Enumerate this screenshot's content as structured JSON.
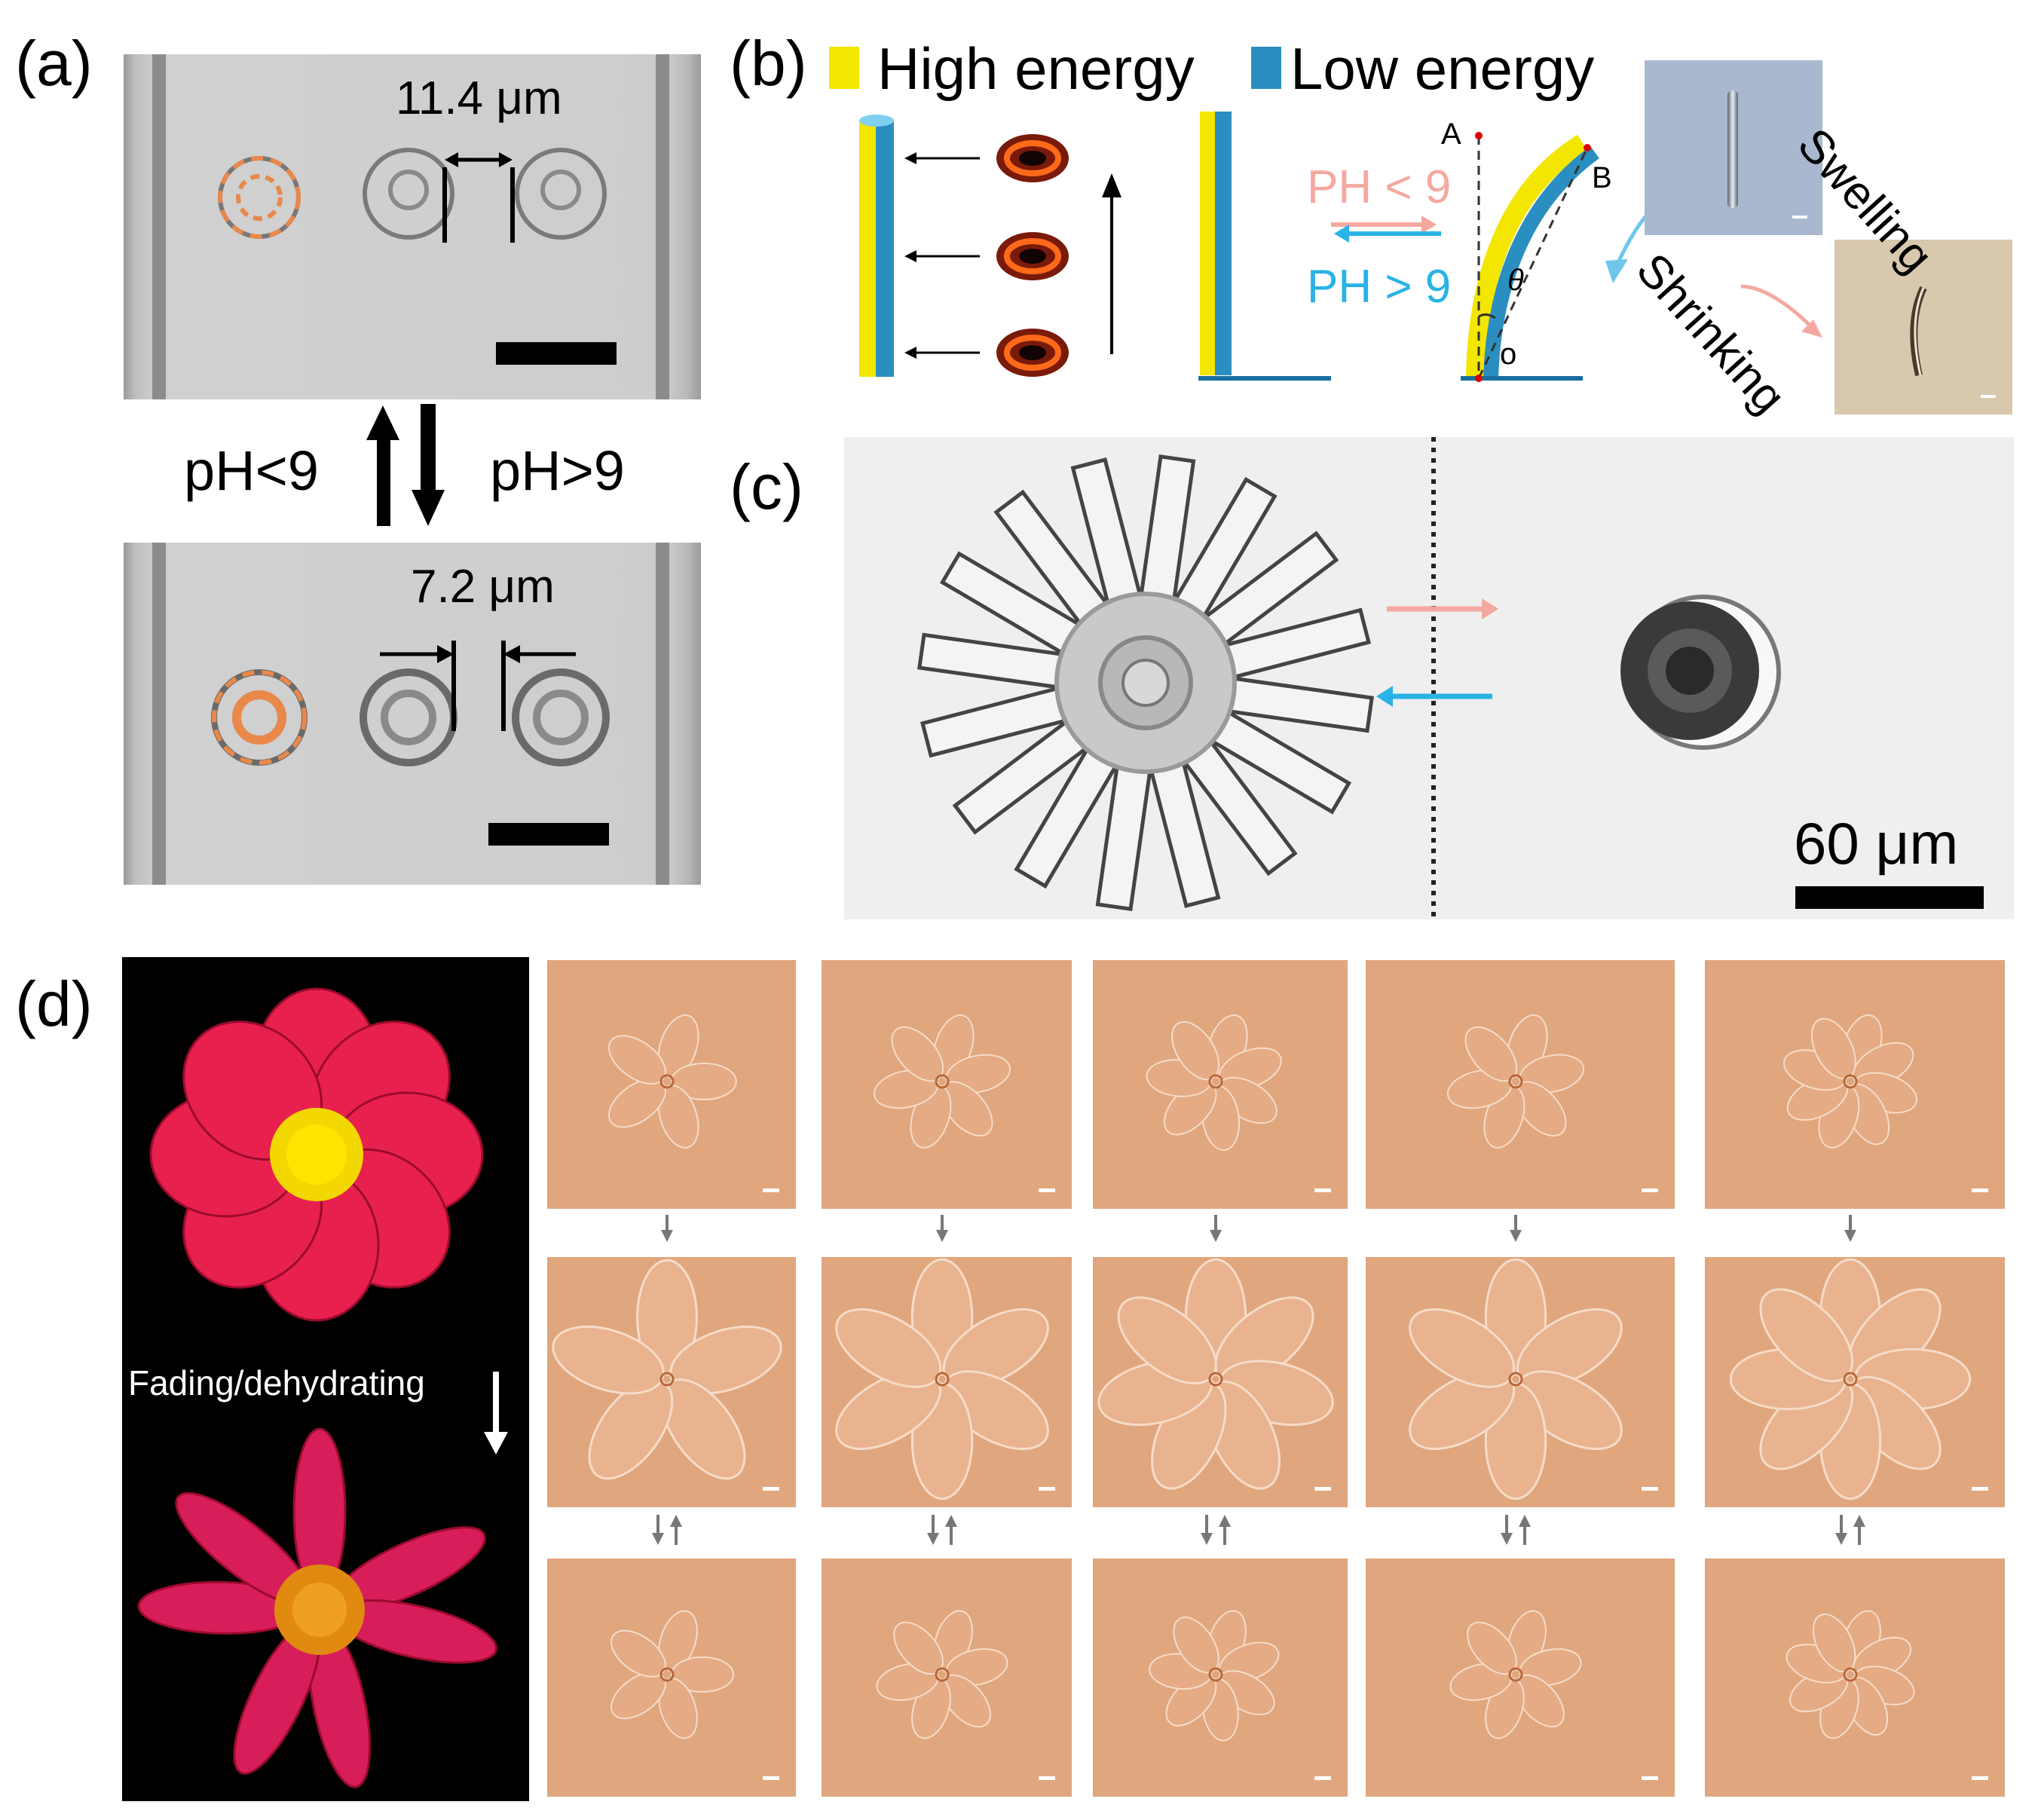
{
  "panels": {
    "a": {
      "label": "(a)",
      "top_dim": "11.4 μm",
      "bottom_dim": "7.2 μm",
      "left_cond": "pH<9",
      "right_cond": "pH>9"
    },
    "b": {
      "label": "(b)",
      "legend_high": "High energy",
      "legend_low": "Low energy",
      "cond_low": "PH < 9",
      "cond_high": "PH > 9",
      "point_a": "A",
      "point_b": "B",
      "point_o": "o",
      "angle": "θ",
      "swelling": "Swelling",
      "shrinking": "Shrinking"
    },
    "c": {
      "label": "(c)",
      "scale": "60 μm"
    },
    "d": {
      "label": "(d)",
      "caption": "Fading/dehydrating"
    }
  },
  "colors": {
    "high_energy": "#f3e600",
    "low_energy": "#2a8fc0",
    "arrow_pink": "#f4a9a0",
    "arrow_cyan": "#29b3e6",
    "tile_bg": "#e0a67e",
    "flower_red": "#e8204e"
  }
}
